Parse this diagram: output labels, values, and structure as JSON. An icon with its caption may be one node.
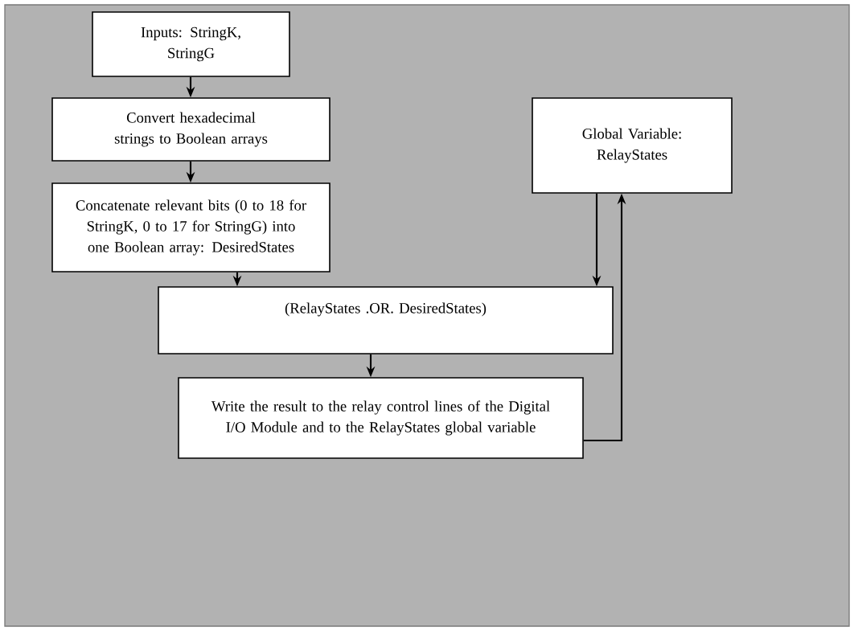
{
  "diagram": {
    "nodes": [
      {
        "text": [
          "Inputs: StringK, StringG"
        ]
      },
      {
        "text": [
          "Convert hexadecimal strings to Boolean arrays"
        ]
      },
      {
        "text": [
          "Concatenate relevant bits (0 to 18 for StringK, 0 to 17 for StringG) into one Boolean array: DesiredStates"
        ]
      },
      {
        "text": [
          "Global Variable: RelayStates"
        ]
      },
      {
        "text": [
          "(RelayStates .OR. DesiredStates)"
        ]
      },
      {
        "text": [
          "Write the result to the relay control lines of the Digital I/O Module and to the RelayStates global variable"
        ]
      }
    ],
    "edges": [
      {
        "from": 0,
        "to": 1,
        "arrow": "to"
      },
      {
        "from": 1,
        "to": 2,
        "arrow": "to"
      },
      {
        "from": 2,
        "to": 4,
        "arrow": "to"
      },
      {
        "from": 3,
        "to": 4,
        "arrow": "to"
      },
      {
        "from": 4,
        "to": 5,
        "arrow": "to"
      },
      {
        "from": 5,
        "to": 3,
        "arrow": "to"
      }
    ]
  }
}
